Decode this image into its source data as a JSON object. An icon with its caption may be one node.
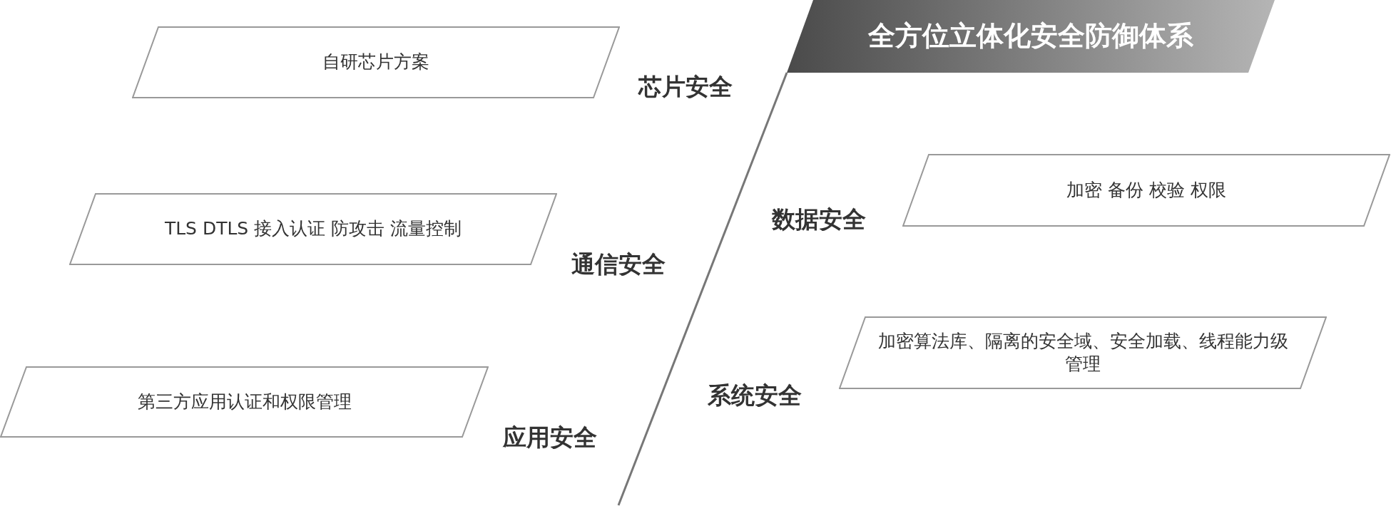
{
  "diagram": {
    "nodes": [
      {
        "text": [
          "全方位立体化安全防御体系"
        ]
      },
      {
        "text": [
          "自研芯片方案"
        ],
        "beside": [
          "芯片安全"
        ]
      },
      {
        "text": [
          "TLS DTLS 接入认证 防攻击 流量控制"
        ],
        "beside": [
          "通信安全"
        ]
      },
      {
        "text": [
          "第三方应用认证和权限管理"
        ],
        "beside": [
          "应用安全"
        ]
      },
      {
        "text": [
          "加密 备份 校验 权限"
        ],
        "beside": [
          "数据安全"
        ]
      },
      {
        "text": [
          "加密算法库、隔离的安全域、安全加载、线程能力级管理"
        ],
        "beside": [
          "系统安全"
        ]
      }
    ]
  }
}
